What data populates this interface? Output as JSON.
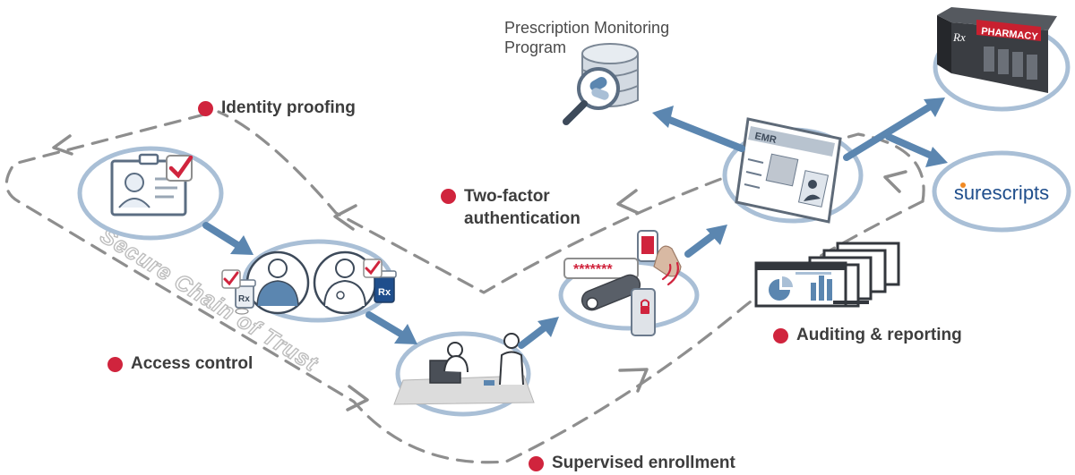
{
  "labels": {
    "identity_proofing": "Identity proofing",
    "two_factor_line1": "Two-factor",
    "two_factor_line2": "authentication",
    "access_control": "Access control",
    "supervised_enrollment": "Supervised enrollment",
    "auditing_reporting": "Auditing & reporting",
    "pmp_line1": "Prescription Monitoring",
    "pmp_line2": "Program",
    "chain_of_trust": "Secure Chain of Trust",
    "emr": "EMR",
    "pharmacy": "PHARMACY",
    "rx_mark": "Rx",
    "rx_badge": "Rx",
    "password_mask": "*******",
    "surescripts": "surescripts"
  },
  "icons": [
    "id-badge-icon",
    "checkmark-icon",
    "doctor-icon",
    "pharmacist-icon",
    "prescription-bottle-icon",
    "enrollment-desk-icon",
    "password-field-icon",
    "usb-token-icon",
    "phone-lock-icon",
    "fingerprint-icon",
    "emr-screen-icon",
    "database-icon",
    "magnifier-icon",
    "pharmacy-building-icon",
    "report-monitors-icon"
  ],
  "colors": {
    "bullet_red": "#d0243d",
    "arrow_blue": "#5b86b0",
    "ring_blue": "#a9bfd6",
    "dashed_gray": "#8e8e8e",
    "surescripts_blue": "#1f4e8c",
    "surescripts_orange": "#f08a24",
    "pharmacy_red": "#c8202f"
  }
}
